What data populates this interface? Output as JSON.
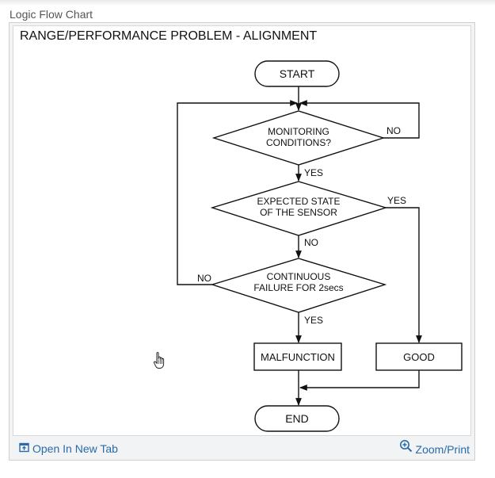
{
  "panel": {
    "title": "Logic Flow Chart",
    "open_new_tab_label": "Open In New Tab",
    "zoom_print_label": "Zoom/Print"
  },
  "flowchart": {
    "title": "RANGE/PERFORMANCE PROBLEM - ALIGNMENT",
    "start": "START",
    "decision_1": {
      "line1": "MONITORING",
      "line2": "CONDITIONS?"
    },
    "decision_2": {
      "line1": "EXPECTED STATE",
      "line2": "OF THE SENSOR"
    },
    "decision_3": {
      "line1": "CONTINUOUS",
      "line2": "FAILURE FOR 2secs"
    },
    "malfunction": "MALFUNCTION",
    "good": "GOOD",
    "end": "END",
    "labels": {
      "d1_no": "NO",
      "d1_yes": "YES",
      "d2_yes": "YES",
      "d2_no": "NO",
      "d3_no": "NO",
      "d3_yes": "YES"
    }
  },
  "icons": {
    "open_tab": "open-tab-icon",
    "zoom": "magnifier-plus-icon",
    "cursor": "hand-pointer-icon"
  },
  "colors": {
    "link": "#2a6aa8",
    "panel_background": "#f1f3f5",
    "border": "#cfcfcf"
  }
}
